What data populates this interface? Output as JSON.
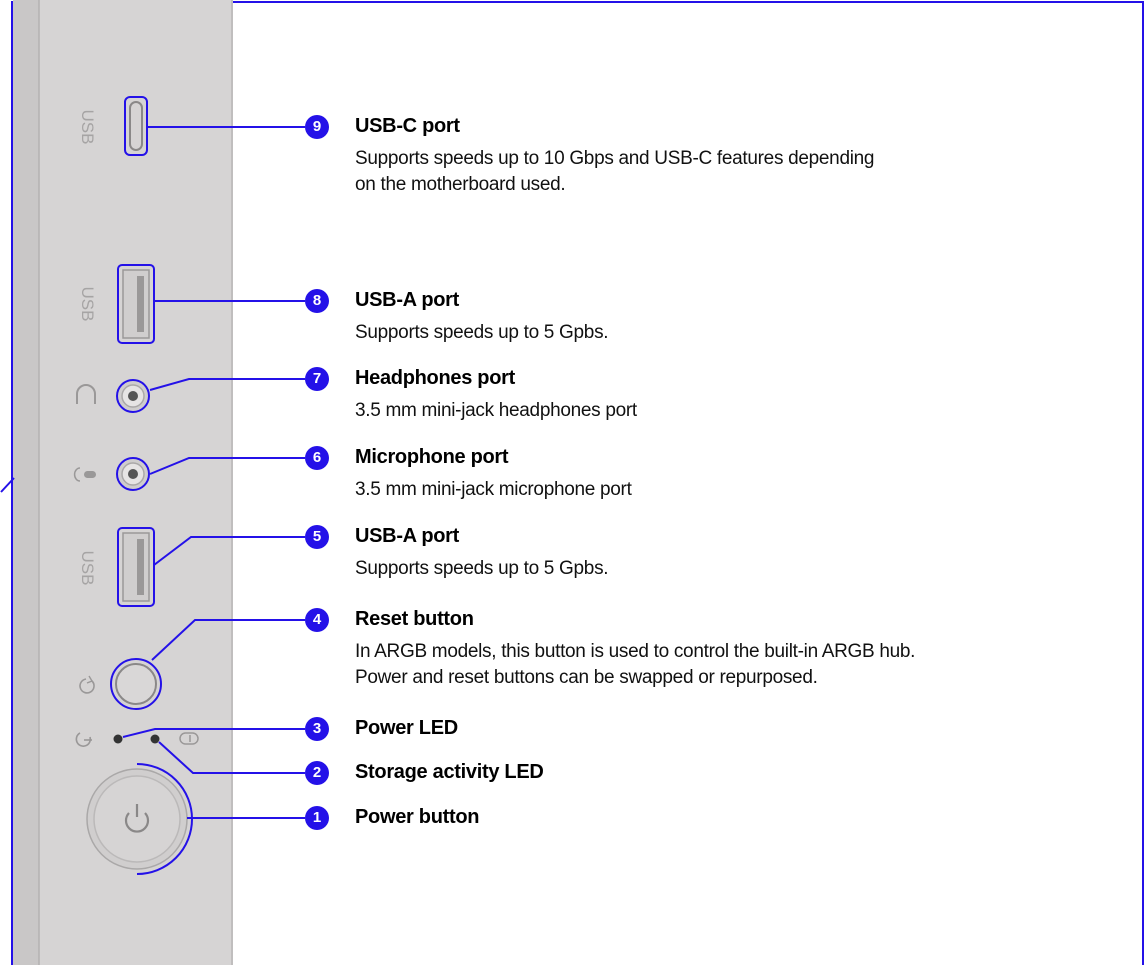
{
  "colors": {
    "accent": "#2411e8",
    "panel": "#d6d4d4",
    "panel_edge": "#c2c0c0",
    "port": "#bcbaba"
  },
  "panel_labels": {
    "usb_c": "USB",
    "usb_a_top": "USB",
    "usb_a_bottom": "USB"
  },
  "callouts": [
    {
      "number": "9",
      "title": "USB-C port",
      "lines": [
        "Supports speeds up to 10 Gbps and USB-C features depending",
        "on the motherboard used."
      ]
    },
    {
      "number": "8",
      "title": "USB-A port",
      "lines": [
        "Supports speeds up to 5 Gpbs."
      ]
    },
    {
      "number": "7",
      "title": "Headphones port",
      "lines": [
        "3.5 mm mini-jack headphones port"
      ]
    },
    {
      "number": "6",
      "title": "Microphone port",
      "lines": [
        "3.5 mm mini-jack microphone port"
      ]
    },
    {
      "number": "5",
      "title": "USB-A port",
      "lines": [
        "Supports speeds up to 5 Gpbs."
      ]
    },
    {
      "number": "4",
      "title": "Reset button",
      "lines": [
        "In ARGB models, this button is used to control the built-in ARGB hub.",
        "Power and reset buttons can be swapped or repurposed."
      ]
    },
    {
      "number": "3",
      "title": "Power LED",
      "lines": []
    },
    {
      "number": "2",
      "title": "Storage activity LED",
      "lines": []
    },
    {
      "number": "1",
      "title": "Power button",
      "lines": []
    }
  ]
}
